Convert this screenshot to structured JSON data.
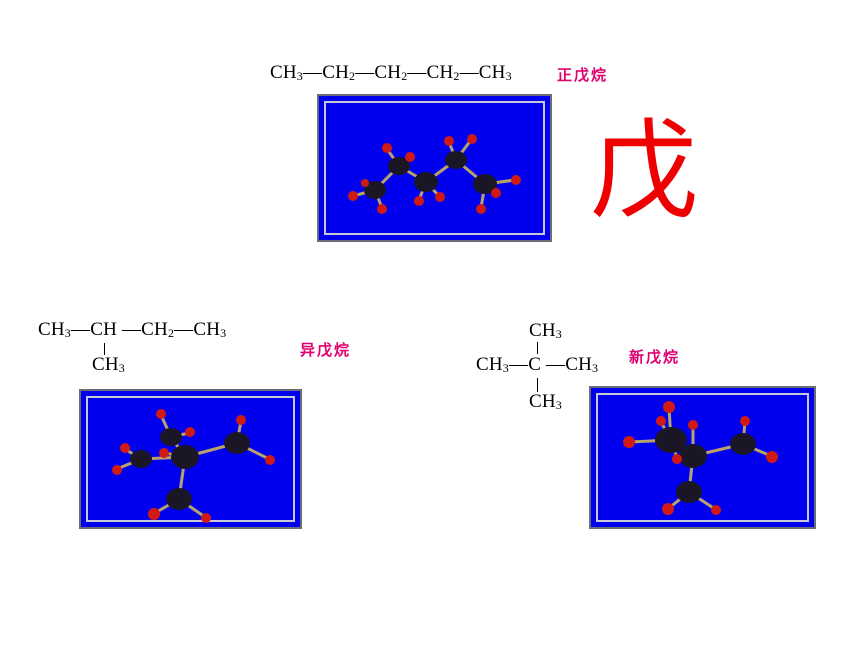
{
  "title_char": "戊",
  "n_pentane": {
    "formula": [
      "CH",
      "3",
      "—CH",
      "2",
      "—CH",
      "2",
      "—CH",
      "2",
      "—CH",
      "3"
    ],
    "name": "正戊烷"
  },
  "isopentane": {
    "formula_main": [
      "CH",
      "3",
      "—CH —CH",
      "2",
      "—CH",
      "3"
    ],
    "formula_branch": [
      "CH",
      "3"
    ],
    "name": "异戊烷"
  },
  "neopentane": {
    "formula_top": [
      "CH",
      "3"
    ],
    "formula_mid": [
      "CH",
      "3",
      "—C —CH",
      "3"
    ],
    "formula_bottom": [
      "CH",
      "3"
    ],
    "name": "新戊烷"
  },
  "colors": {
    "panel_blue": "#0000ee",
    "name_magenta": "#e0006e",
    "title_red": "#ee0000"
  }
}
